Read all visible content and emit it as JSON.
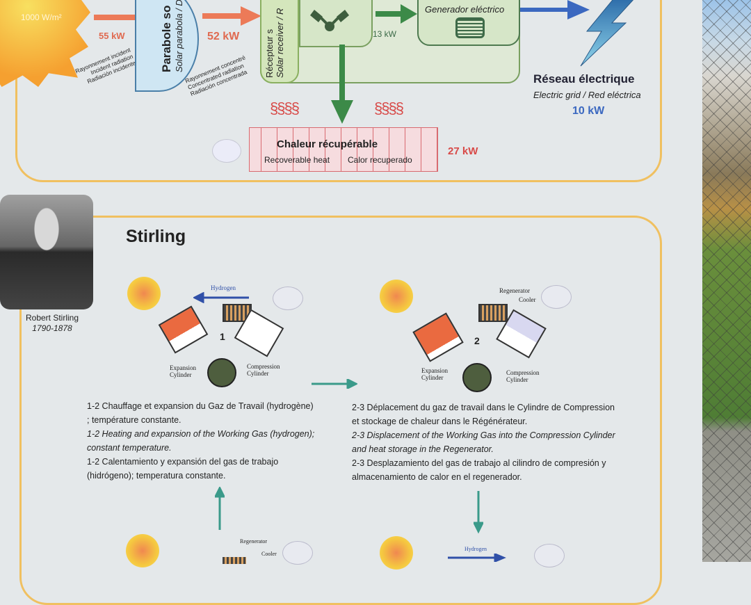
{
  "top": {
    "irradiance": "1000 W/m²",
    "incident_kw": "55 kW",
    "incident_label": [
      "Rayonnement incident",
      "Incident radiation",
      "Radiación incidente"
    ],
    "parabola_title": "Parabole so",
    "parabola_sub": "Solar parabola / Disc",
    "concentrated_kw": "52 kW",
    "concentrated_label": [
      "Rayonnement concentré",
      "Concentrated radiation",
      "Radiación concentrada"
    ],
    "receiver_title": "Récepteur s",
    "receiver_sub": "Solar receiver / R",
    "mech_kw": "13 kW",
    "generator": "Generador eléctrico",
    "grid_title": "Réseau électrique",
    "grid_sub": "Electric grid / Red eléctrica",
    "grid_kw": "10 kW",
    "heat_title": "Chaleur récupérable",
    "heat_sub_en": "Recoverable heat",
    "heat_sub_es": "Calor recuperado",
    "heat_kw": "27 kW"
  },
  "portrait": {
    "name": "Robert Stirling",
    "years": "1790-1878"
  },
  "stirling": {
    "title": "Stirling",
    "step1": {
      "num": "1",
      "hydrogen": "Hydrogen",
      "expansion": "Expansion Cylinder",
      "compression": "Compression Cylinder",
      "fr": "1-2 Chauffage et expansion du Gaz de Travail (hydrogène) ; température constante.",
      "en": "1-2 Heating and expansion of the Working Gas (hydrogen); constant temperature.",
      "es": "1-2 Calentamiento y expansión del gas de trabajo (hidrógeno); temperatura constante."
    },
    "step2": {
      "num": "2",
      "regenerator": "Regenerator",
      "cooler": "Cooler",
      "expansion": "Expansion Cylinder",
      "compression": "Compression Cylinder",
      "fr": "2-3 Déplacement du gaz de travail dans le Cylindre de Compression et stockage de chaleur dans le Régénérateur.",
      "en": "2-3 Displacement of the Working Gas into the Compression Cylinder and heat storage in the Regenerator.",
      "es": "2-3 Desplazamiento del gas de trabajo al cilindro de compresión y almacenamiento de calor en el regenerador."
    },
    "step4": {
      "regenerator": "Regenerator",
      "cooler": "Cooler"
    },
    "step3": {
      "hydrogen": "Hydrogen"
    }
  }
}
